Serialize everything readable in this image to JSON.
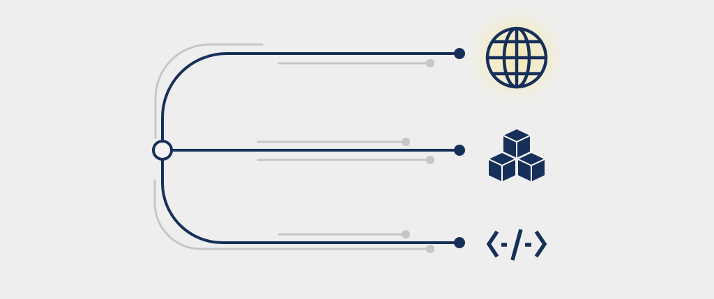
{
  "diagram": {
    "background_color": "#eeeeee",
    "line_color": "#17305a",
    "accent_line_color": "#c4c4c4",
    "highlight_glow_color": "#f5e6a6",
    "hub": {
      "name": "origin-node"
    },
    "branches": [
      {
        "name": "branch-web",
        "icon": "globe-icon",
        "highlighted": true
      },
      {
        "name": "branch-packages",
        "icon": "cubes-icon",
        "highlighted": false
      },
      {
        "name": "branch-code",
        "icon": "code-icon",
        "highlighted": false
      }
    ]
  }
}
